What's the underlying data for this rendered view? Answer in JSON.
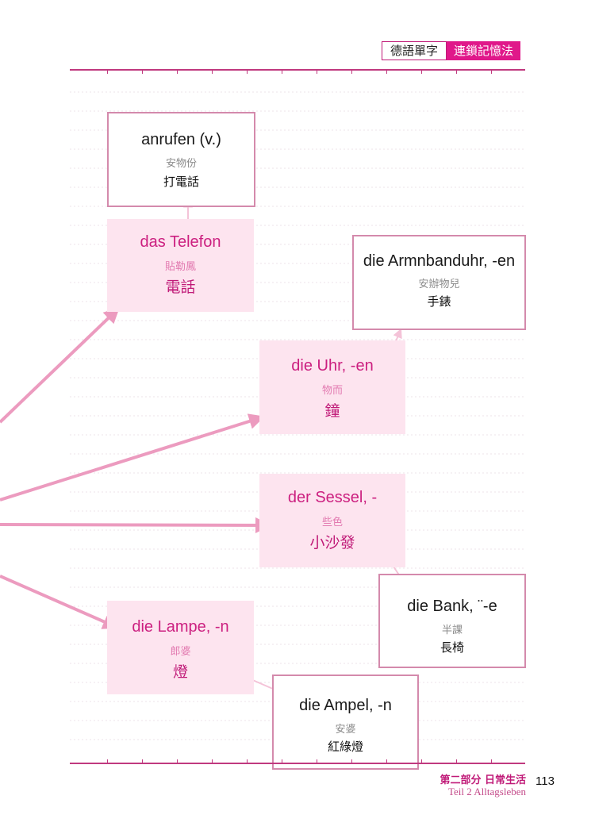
{
  "header": {
    "book_title": "德語單字",
    "method_label": "連鎖記憶法"
  },
  "words": {
    "anrufen": {
      "german": "anrufen (v.)",
      "reading": "安物份",
      "chinese": "打電話"
    },
    "telefon": {
      "german": "das Telefon",
      "reading": "貼勒鳳",
      "chinese": "電話"
    },
    "armbanduhr": {
      "german": "die Armnbanduhr, -en",
      "reading": "安辦物兒",
      "chinese": "手錶"
    },
    "uhr": {
      "german": "die Uhr, -en",
      "reading": "物而",
      "chinese": "鐘"
    },
    "sessel": {
      "german": "der Sessel, -",
      "reading": "些色",
      "chinese": "小沙發"
    },
    "bank": {
      "german": "die Bank, ¨-e",
      "reading": "半課",
      "chinese": "長椅"
    },
    "lampe": {
      "german": "die Lampe, -n",
      "reading": "郎婆",
      "chinese": "燈"
    },
    "ampel": {
      "german": "die Ampel, -n",
      "reading": "安婆",
      "chinese": "紅綠燈"
    }
  },
  "footer": {
    "part_zh": "第二部分 日常生活",
    "part_de": "Teil 2  Alltagsleben",
    "page_number": "113"
  },
  "colors": {
    "accent": "#e0188a",
    "box_pink": "#fde4ef",
    "arrow_strong": "#ec9bbf",
    "arrow_light": "#f4c3d8",
    "rule": "#c0397f"
  }
}
